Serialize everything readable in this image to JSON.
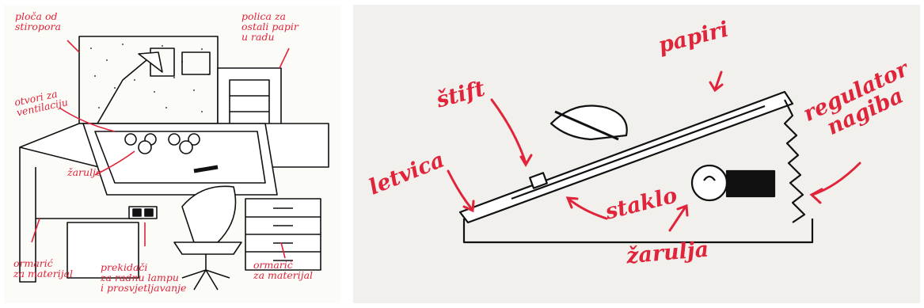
{
  "left_panel": {
    "labels": {
      "ploca": "ploča od\nstiropora",
      "polica": "polica za\nostali papir\nu radu",
      "otvori": "otvori za\nventilaciju",
      "zarulje": "žarulje",
      "ormaric_left": "ormarić\nza materijal",
      "prekidaci": "prekidači\nza radnu lampu\ni prosvjetljavanje",
      "ormaric_right": "ormarić\nza materijal"
    }
  },
  "right_panel": {
    "labels": {
      "stift": "štift",
      "papiri": "papiri",
      "regulator": "regulator\nnagiba",
      "letvica": "letvica",
      "staklo": "staklo",
      "zarulja": "žarulja"
    }
  },
  "colors": {
    "annotation": "#e0243a",
    "ink": "#111111"
  }
}
